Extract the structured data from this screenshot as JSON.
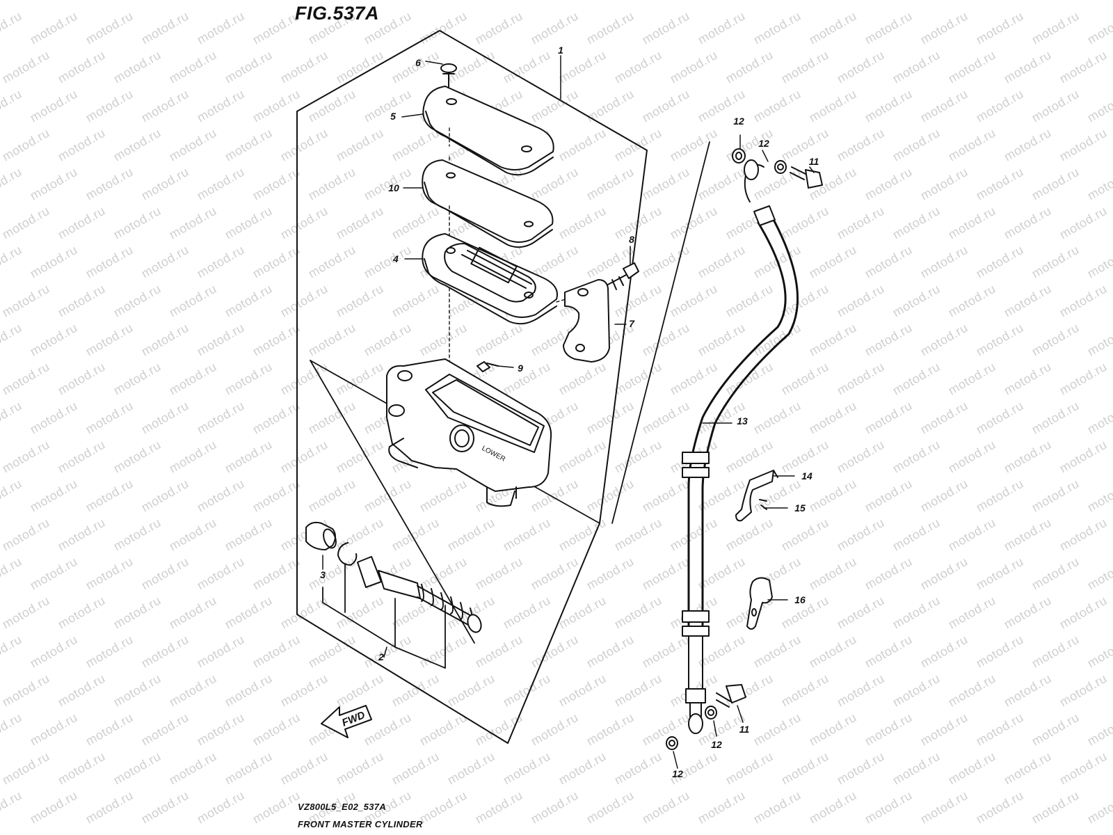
{
  "figure": {
    "title": "FIG.537A",
    "caption_code": "VZ800L5_E02_537A",
    "caption_name": "FRONT MASTER CYLINDER",
    "fwd_label": "FWD",
    "watermark": "motod.ru"
  },
  "callouts": [
    {
      "id": "c6",
      "text": "6"
    },
    {
      "id": "c1",
      "text": "1"
    },
    {
      "id": "c5",
      "text": "5"
    },
    {
      "id": "c10",
      "text": "10"
    },
    {
      "id": "c4",
      "text": "4"
    },
    {
      "id": "c8",
      "text": "8"
    },
    {
      "id": "c7",
      "text": "7"
    },
    {
      "id": "c9",
      "text": "9"
    },
    {
      "id": "c3",
      "text": "3"
    },
    {
      "id": "c2",
      "text": "2"
    },
    {
      "id": "c12a",
      "text": "12"
    },
    {
      "id": "c12b",
      "text": "12"
    },
    {
      "id": "c11a",
      "text": "11"
    },
    {
      "id": "c13",
      "text": "13"
    },
    {
      "id": "c14",
      "text": "14"
    },
    {
      "id": "c15",
      "text": "15"
    },
    {
      "id": "c16",
      "text": "16"
    },
    {
      "id": "c11b",
      "text": "11"
    },
    {
      "id": "c12c",
      "text": "12"
    },
    {
      "id": "c12d",
      "text": "12"
    }
  ]
}
